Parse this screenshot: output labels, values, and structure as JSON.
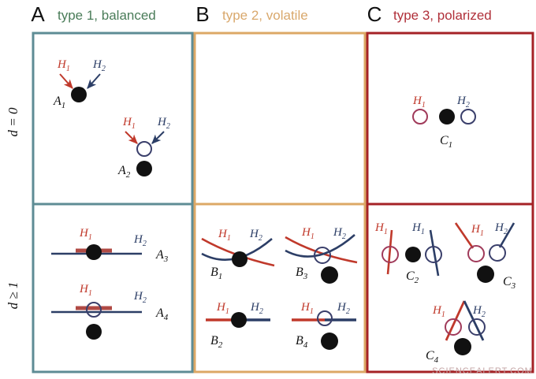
{
  "figure": {
    "columns": [
      {
        "letter": "A",
        "title": "type 1, balanced",
        "color": "#4a7c59",
        "border_color": "#5e8c95"
      },
      {
        "letter": "B",
        "title": "type 2, volatile",
        "color": "#d9a86c",
        "border_color": "#dca866"
      },
      {
        "letter": "C",
        "title": "type 3, polarized",
        "color": "#b0303a",
        "border_color": "#a52226"
      }
    ],
    "rows": [
      {
        "label": "d = 0"
      },
      {
        "label": "d ≥ 1"
      }
    ],
    "colors": {
      "h1": "#c0392b",
      "h2": "#2c3e66",
      "h1_label": "#c0392b",
      "h2_label": "#2c3e66",
      "filled_dot": "#111111",
      "open_circle_h1": "#a03a5a",
      "open_circle_h2": "#3a3f6b",
      "background": "#ffffff",
      "panel_a_border": "#5e8c95",
      "panel_b_border": "#dca866",
      "panel_c_border": "#a52226"
    },
    "h1_label": "H",
    "h2_label": "H",
    "h1_sub": "1",
    "h2_sub": "2",
    "cells": [
      {
        "id": "cell-a-d0",
        "column": "A",
        "row": "d = 0",
        "items": [
          {
            "name": "A",
            "sub": "1",
            "kind": "arrows-to-filled-dot"
          },
          {
            "name": "A",
            "sub": "2",
            "kind": "arrows-to-open-circle-with-dot"
          }
        ]
      },
      {
        "id": "cell-b-d0",
        "column": "B",
        "row": "d = 0",
        "items": []
      },
      {
        "id": "cell-c-d0",
        "column": "C",
        "row": "d = 0",
        "items": [
          {
            "name": "C",
            "sub": "1",
            "kind": "two-open-circles-and-dot"
          }
        ]
      },
      {
        "id": "cell-a-d1",
        "column": "A",
        "row": "d ≥ 1",
        "items": [
          {
            "name": "A",
            "sub": "3",
            "kind": "overlapping-lines-filled-dot"
          },
          {
            "name": "A",
            "sub": "4",
            "kind": "overlapping-lines-open-circle-with-dot"
          }
        ]
      },
      {
        "id": "cell-b-d1",
        "column": "B",
        "row": "d ≥ 1",
        "items": [
          {
            "name": "B",
            "sub": "1",
            "kind": "crossing-curves-filled-dot"
          },
          {
            "name": "B",
            "sub": "3",
            "kind": "crossing-curves-open-circle-with-dot"
          },
          {
            "name": "B",
            "sub": "2",
            "kind": "abutting-segments-filled-dot"
          },
          {
            "name": "B",
            "sub": "4",
            "kind": "abutting-segments-open-circle-with-dot"
          }
        ]
      },
      {
        "id": "cell-c-d1",
        "column": "C",
        "row": "d ≥ 1",
        "items": [
          {
            "name": "C",
            "sub": "2",
            "kind": "parallel-steep-lines-circles-dot"
          },
          {
            "name": "C",
            "sub": "3",
            "kind": "v-shape-circles-dot"
          },
          {
            "name": "C",
            "sub": "4",
            "kind": "inverted-v-circles-dot"
          }
        ]
      }
    ],
    "watermark": "SCIENCEALERT.COM"
  }
}
